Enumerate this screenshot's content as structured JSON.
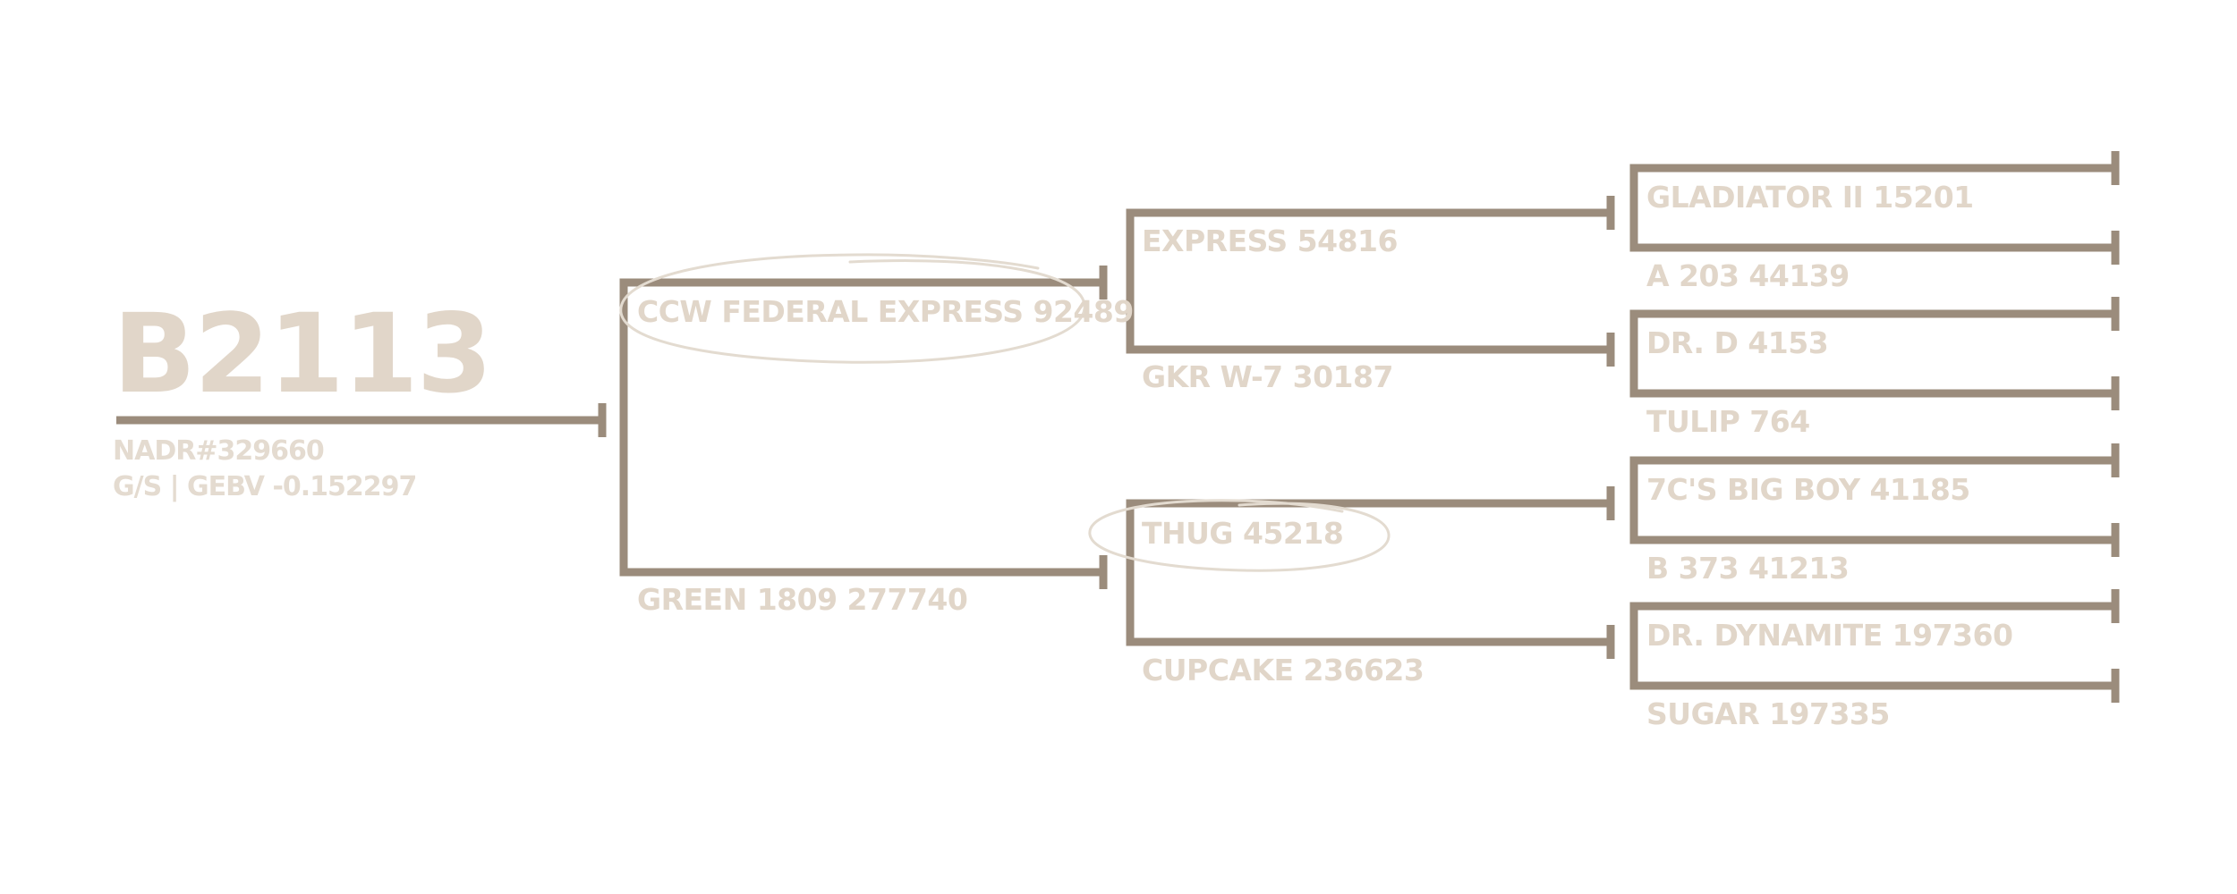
{
  "colors": {
    "line": "#9b8c7c",
    "text": "#e1d6c9",
    "circle": "#e3dbd0"
  },
  "animal": {
    "id": "B2113",
    "reg": "NADR#329660",
    "info": "G/S | GEBV -0.152297"
  },
  "sire": "CCW FEDERAL EXPRESS 92489",
  "dam": "GREEN 1809 277740",
  "sire_sire": "EXPRESS 54816",
  "sire_dam": "GKR W-7 30187",
  "dam_sire": "THUG 45218",
  "dam_dam": "CUPCAKE 236623",
  "g3": [
    "GLADIATOR II 15201",
    "A 203 44139",
    "DR. D 4153",
    "TULIP 764",
    "7C'S BIG BOY 41185",
    "B 373 41213",
    "DR. DYNAMITE 197360",
    "SUGAR 197335"
  ]
}
